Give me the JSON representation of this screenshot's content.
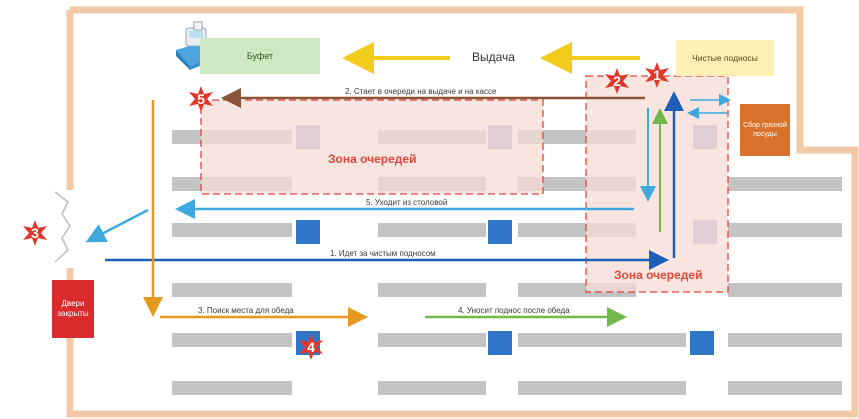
{
  "labels": {
    "buffet": "Буфет",
    "serving": "Выдача",
    "clean_trays": "Чистые подносы",
    "dirty_dishes": "Сбор грязной посуды",
    "doors_closed": "Двери закрыты",
    "queue_zone_top": "Зона очередей",
    "queue_zone_right": "Зона очередей"
  },
  "flows": {
    "f1": "1. Идет за чистым подносом",
    "f2": "2. Стает в очереди на выдаче и на кассе",
    "f3": "3. Поиск места для обеда",
    "f4": "4. Уносит поднос после обеда",
    "f5": "5. Уходит из столовой"
  },
  "badges": {
    "b1": "1",
    "b2": "2",
    "b3": "3",
    "b4": "4",
    "b5": "5"
  },
  "colors": {
    "wall": "#f3c9a6",
    "buffet_box": "#cfe8c4",
    "clean_trays_box": "#fdf0b6",
    "dirty_box": "#d9732c",
    "door_box": "#d92b2b",
    "zone_fill": "#f5dcd6",
    "zone_border": "#e0463c",
    "table": "#c3c3c3",
    "chair_light": "#a9a9d6",
    "chair_dark": "#2f76c8",
    "arrow_blue": "#1f5fb8",
    "arrow_light_blue": "#3ea8df",
    "arrow_brown": "#8a5236",
    "arrow_orange": "#e59a1f",
    "arrow_yellow": "#f2cc1c",
    "arrow_green": "#72b84a",
    "badge_red": "#e3362a"
  },
  "icons": {
    "cash_register": "cash-register-icon"
  }
}
